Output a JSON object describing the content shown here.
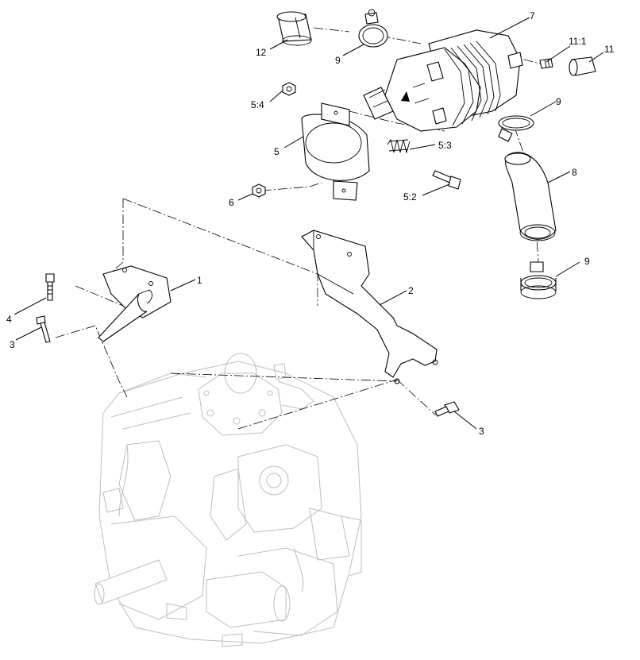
{
  "diagram": {
    "callouts": [
      {
        "id": "c7",
        "label": "7"
      },
      {
        "id": "c11-1",
        "label": "11:1"
      },
      {
        "id": "c11",
        "label": "11"
      },
      {
        "id": "c12",
        "label": "12"
      },
      {
        "id": "c9a",
        "label": "9"
      },
      {
        "id": "c9b",
        "label": "9"
      },
      {
        "id": "c9c",
        "label": "9"
      },
      {
        "id": "c5-4",
        "label": "5:4"
      },
      {
        "id": "c5",
        "label": "5"
      },
      {
        "id": "c5-3",
        "label": "5:3"
      },
      {
        "id": "c8",
        "label": "8"
      },
      {
        "id": "c6",
        "label": "6"
      },
      {
        "id": "c5-2",
        "label": "5:2"
      },
      {
        "id": "c1",
        "label": "1"
      },
      {
        "id": "c2",
        "label": "2"
      },
      {
        "id": "c4",
        "label": "4"
      },
      {
        "id": "c3a",
        "label": "3"
      },
      {
        "id": "c3b",
        "label": "3"
      }
    ]
  }
}
